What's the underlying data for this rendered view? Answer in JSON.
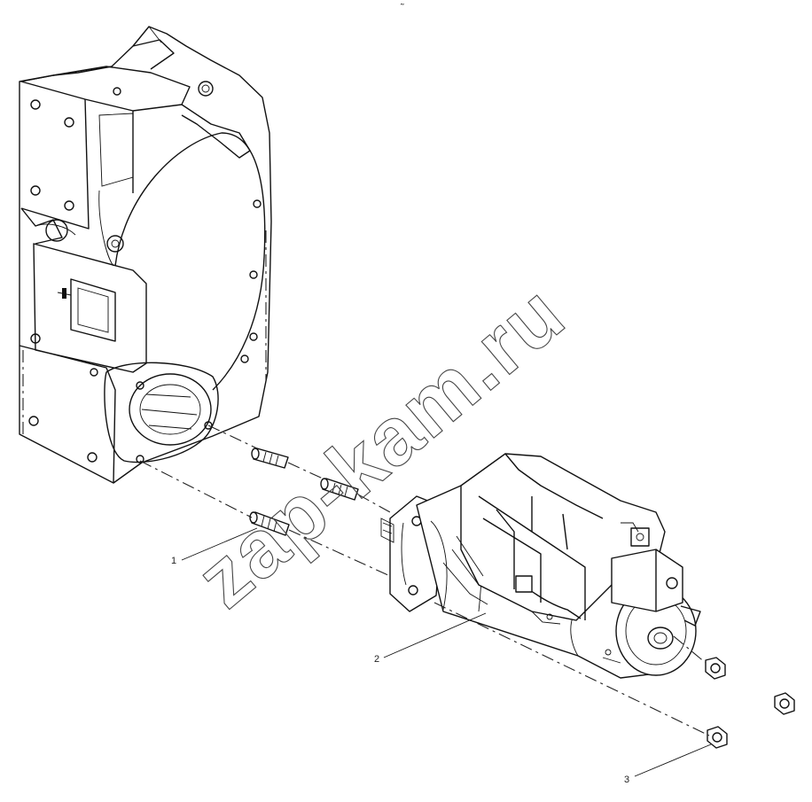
{
  "header_mark": "˜",
  "callouts": [
    {
      "id": "1",
      "label": "1"
    },
    {
      "id": "2",
      "label": "2"
    },
    {
      "id": "3",
      "label": "3"
    }
  ],
  "watermark": "zap-kam.ru"
}
